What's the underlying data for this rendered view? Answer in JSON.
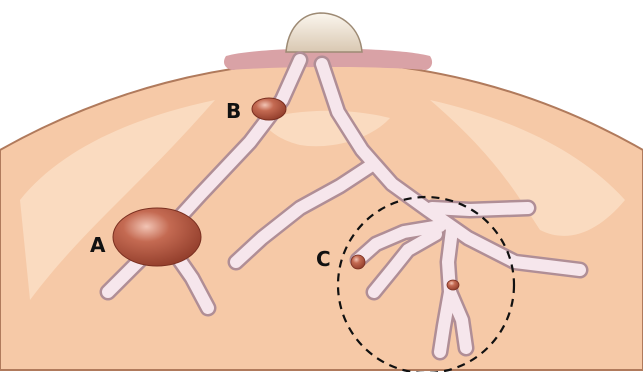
{
  "labels": {
    "a": "A",
    "b": "B",
    "c": "C"
  },
  "colors": {
    "breast_skin": "#f6c9a7",
    "breast_outline": "#b07a5c",
    "tissue_pattern": "#fde9d6",
    "areola": "#d9a2a6",
    "nipple": "#efe3d3",
    "duct_fill": "#f6e6ec",
    "duct_outline": "#b08e96",
    "lesion": "#b9533c",
    "circle_outline": "#111111"
  },
  "icons": {
    "lesion_a": "large-oval-mass",
    "lesion_b": "small-oval-mass",
    "lesion_c": "tiny-intraductal-masses"
  }
}
